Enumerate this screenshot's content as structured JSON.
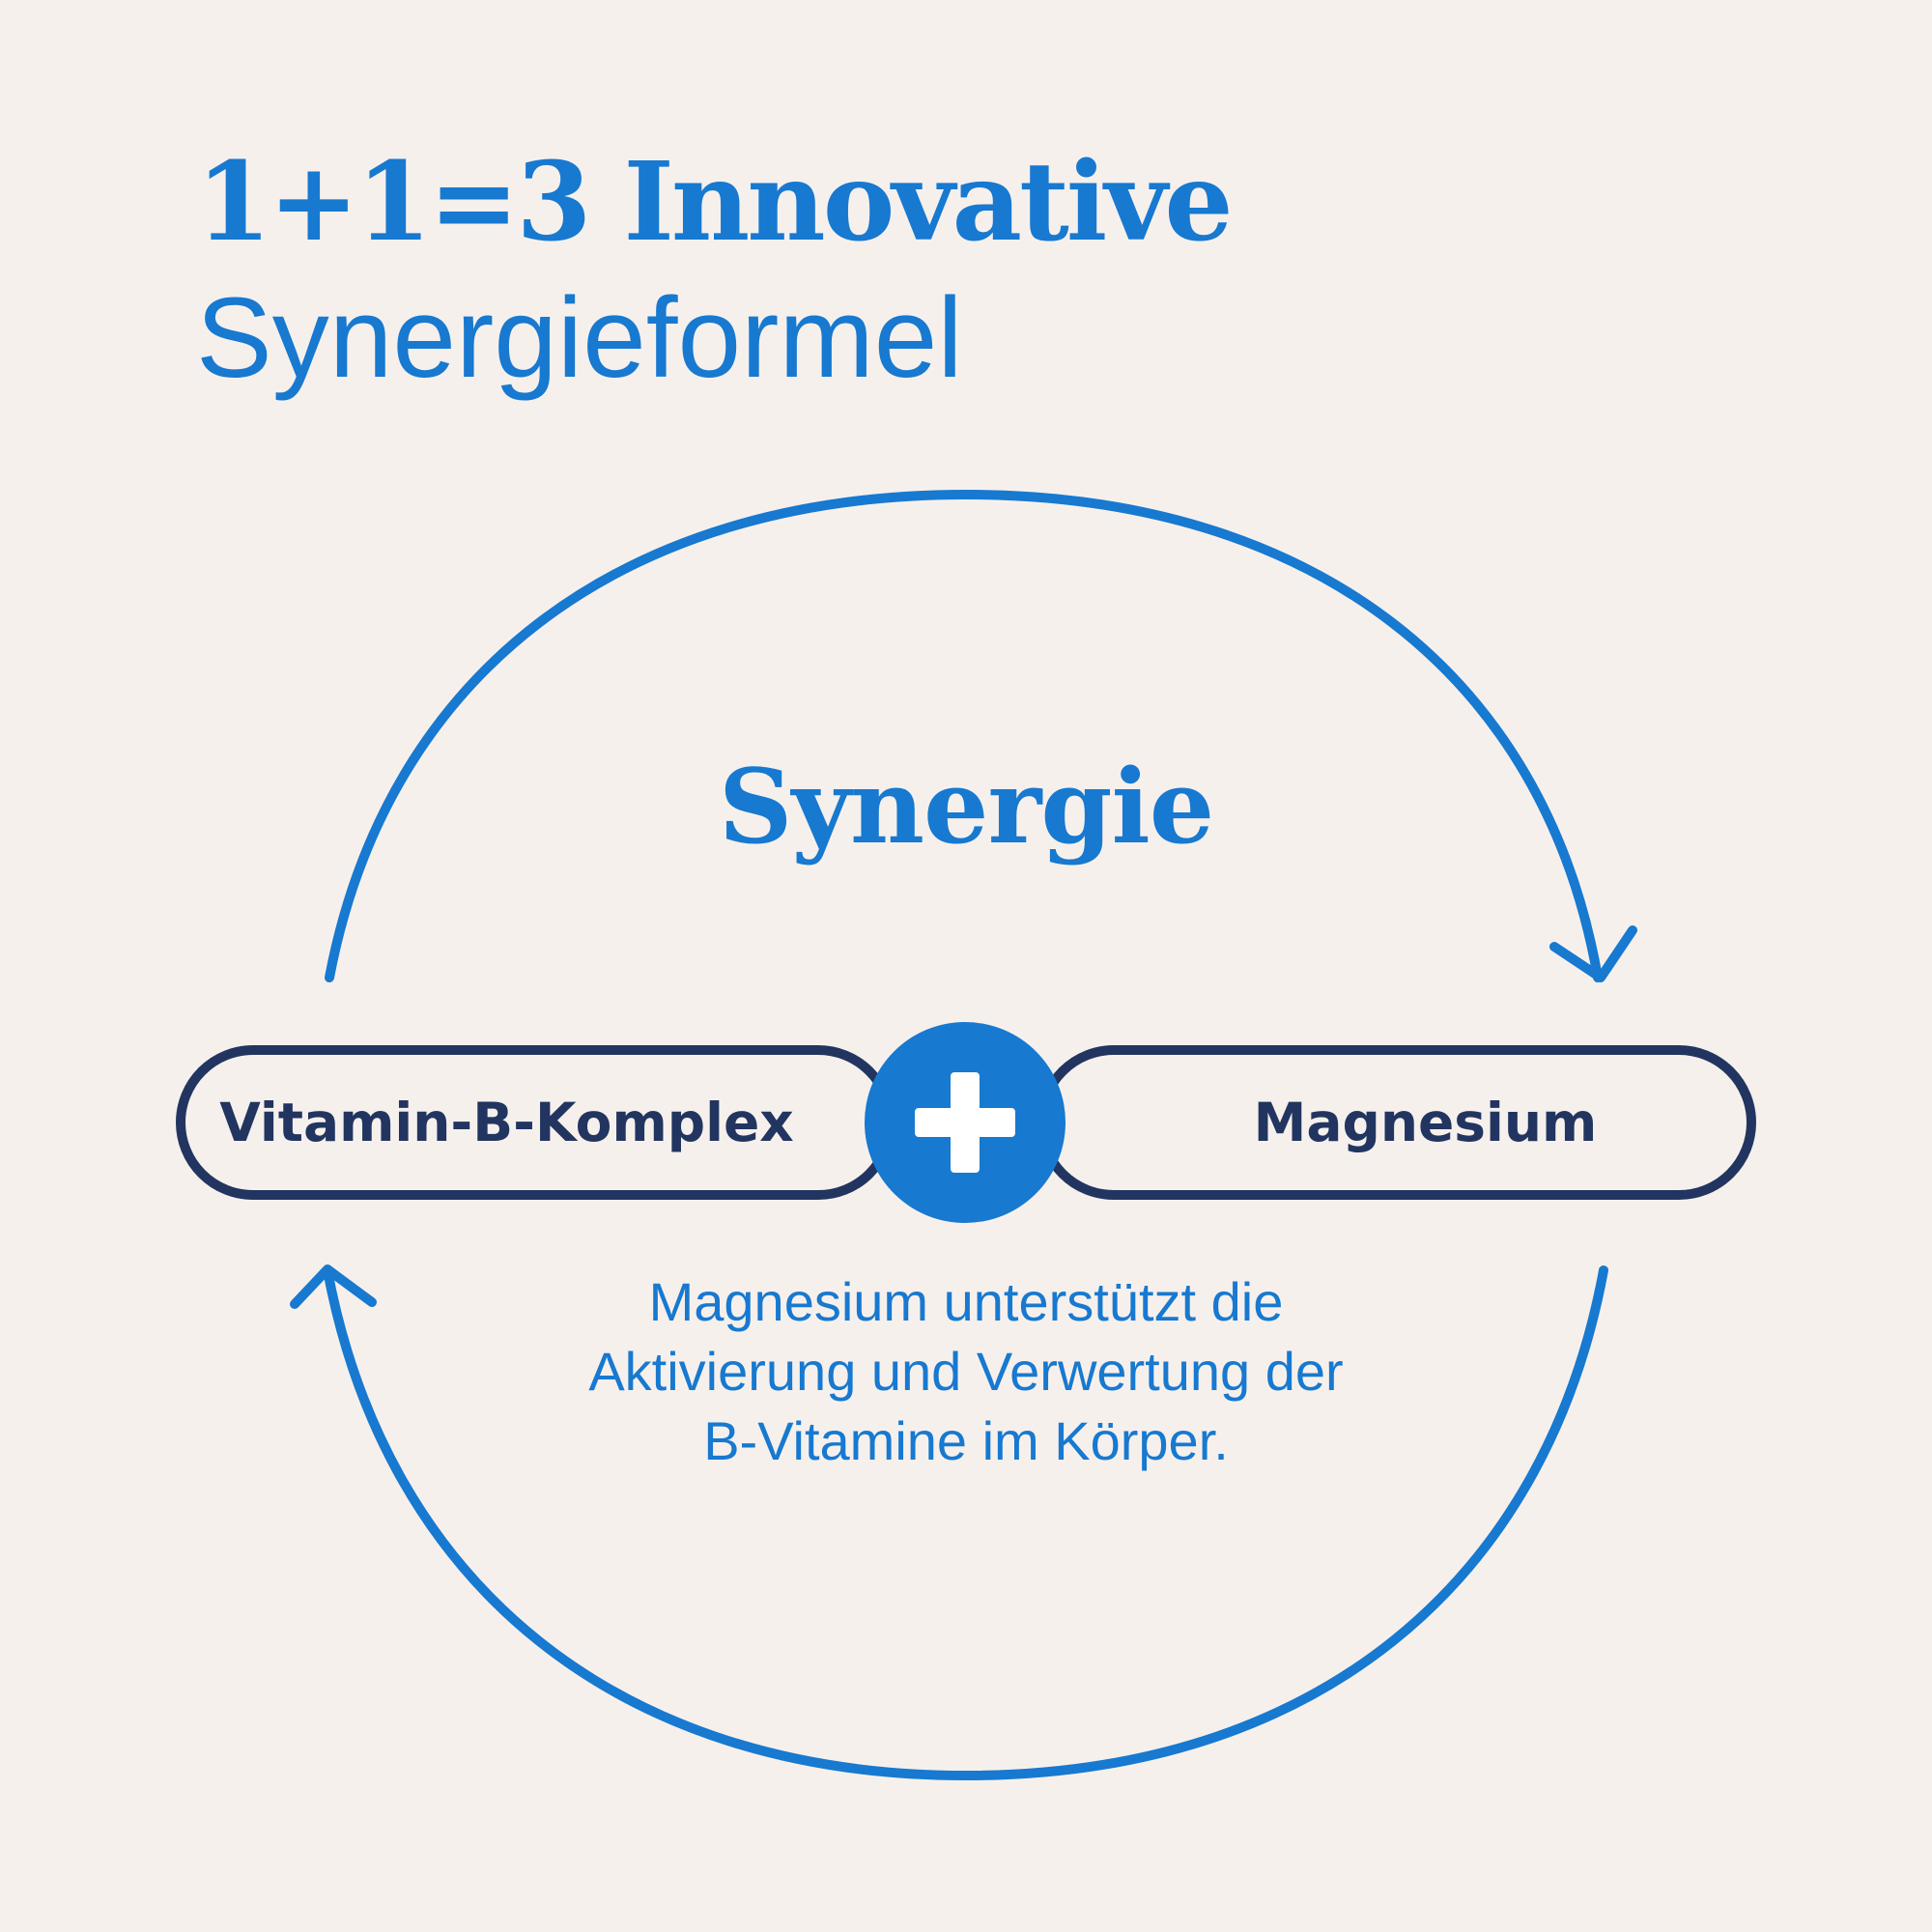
{
  "title": {
    "line1": "1+1=3 Innovative",
    "line2": "Synergieformel"
  },
  "diagram": {
    "center_label": "Synergie",
    "left_item": "Vitamin-B-Komplex",
    "right_item": "Magnesium",
    "connector_icon": "plus-icon",
    "description_lines": [
      "Magnesium unterstützt die",
      "Aktivierung und Verwertung der",
      "B-Vitamine im Körper."
    ]
  },
  "colors": {
    "background": "#f6f0ed",
    "accent_blue": "#1779d0",
    "dark_navy": "#223560"
  }
}
